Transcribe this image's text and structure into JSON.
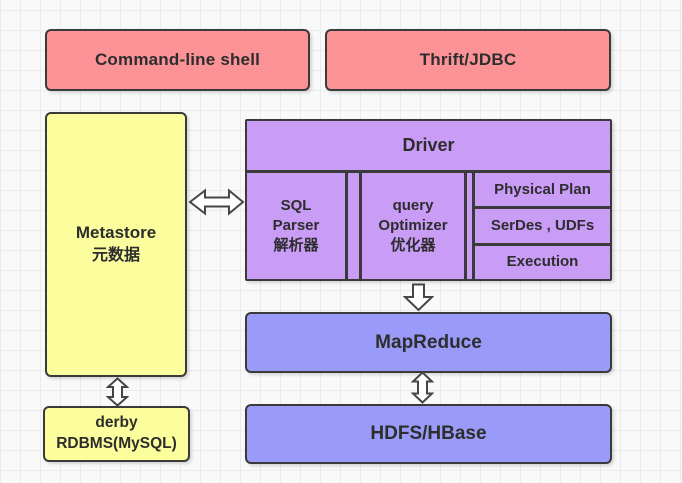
{
  "colors": {
    "bg": "#f9f9f9",
    "grid": "#ebebeb",
    "pink": "#fb9396",
    "yellow": "#fcfd9d",
    "purple": "#c99cf6",
    "blue": "#9a9bf8",
    "border": "#3a3a3a",
    "text": "#2d2d2d",
    "arrow": "#464646"
  },
  "nodes": {
    "command_line_shell": {
      "label": "Command-line shell"
    },
    "thrift_jdbc": {
      "label": "Thrift/JDBC"
    },
    "metastore": {
      "line1": "Metastore",
      "line2": "元数据"
    },
    "driver": {
      "title": "Driver",
      "sql_parser": {
        "line1": "SQL",
        "line2": "Parser",
        "line3": "解析器"
      },
      "query_optimizer": {
        "line1": "query",
        "line2": "Optimizer",
        "line3": "优化器"
      },
      "plan_cells": {
        "physical_plan": "Physical Plan",
        "serdes_udfs": "SerDes , UDFs",
        "execution": "Execution"
      }
    },
    "mapreduce": {
      "label": "MapReduce"
    },
    "hdfs_hbase": {
      "label": "HDFS/HBase"
    },
    "derby": {
      "line1": "derby",
      "line2": "RDBMS(MySQL)"
    }
  },
  "arrows": {
    "metastore_driver": "bidirectional-horizontal",
    "driver_mapreduce": "down",
    "mapreduce_hdfs": "bidirectional-vertical",
    "metastore_derby": "bidirectional-vertical"
  }
}
